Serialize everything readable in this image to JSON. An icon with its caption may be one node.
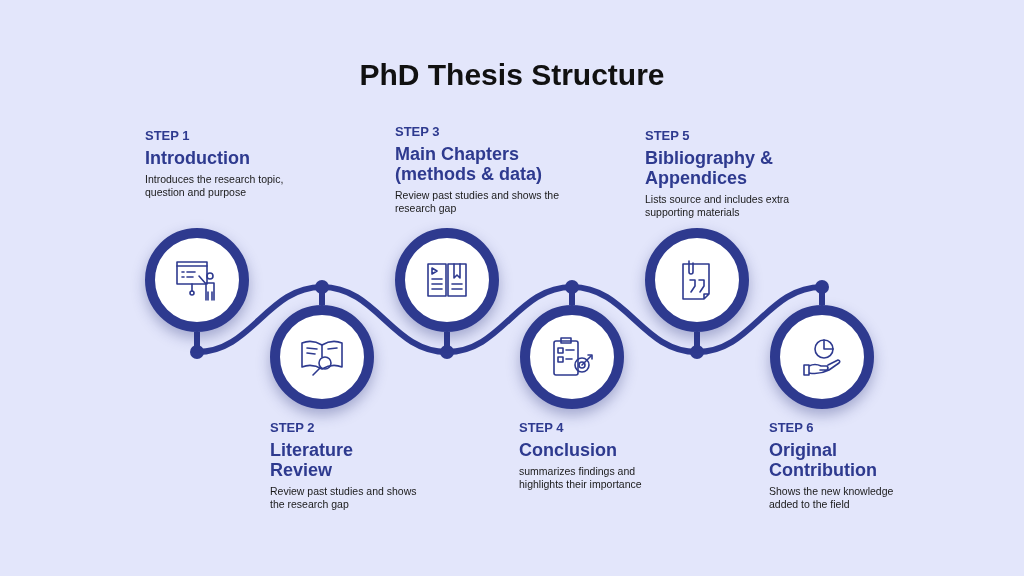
{
  "diagram": {
    "title": "PhD Thesis Structure",
    "nodes": [
      {
        "text": [],
        "shape": "circle",
        "beside": [
          "STEP 1",
          "Introduction",
          "Introduces the research topic, question and purpose"
        ]
      },
      {
        "text": [],
        "shape": "circle",
        "beside": [
          "STEP 2",
          "Literature Review",
          "Review past studies and shows the research gap"
        ]
      },
      {
        "text": [],
        "shape": "circle",
        "beside": [
          "STEP 3",
          "Main Chapters (methods & data)",
          "Review past studies and shows the research gap"
        ]
      },
      {
        "text": [],
        "shape": "circle",
        "beside": [
          "STEP 4",
          "Conclusion",
          "summarizes findings and highlights their importance"
        ]
      },
      {
        "text": [],
        "shape": "circle",
        "beside": [
          "STEP 5",
          "Bibliography & Appendices",
          "Lists source and includes extra supporting materials"
        ]
      },
      {
        "text": [],
        "shape": "circle",
        "beside": [
          "STEP 6",
          "Original Contribution",
          "Shows the new knowledge added to the field"
        ]
      }
    ],
    "edges": [
      {
        "from": 0,
        "to": 1,
        "arrow": "none"
      },
      {
        "from": 1,
        "to": 2,
        "arrow": "none"
      },
      {
        "from": 2,
        "to": 3,
        "arrow": "none"
      },
      {
        "from": 3,
        "to": 4,
        "arrow": "none"
      },
      {
        "from": 4,
        "to": 5,
        "arrow": "none"
      }
    ]
  }
}
